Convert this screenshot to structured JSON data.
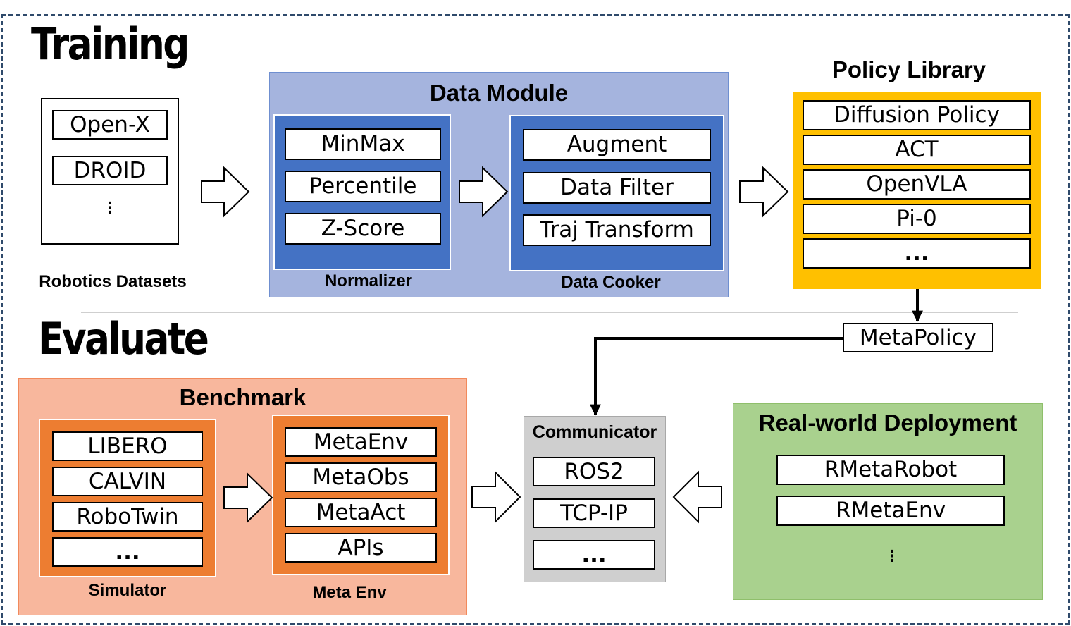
{
  "sections": {
    "training": "Training",
    "evaluate": "Evaluate"
  },
  "datasets": {
    "caption": "Robotics Datasets",
    "items": [
      "Open-X",
      "DROID"
    ],
    "more": "⋮"
  },
  "data_module": {
    "title": "Data Module",
    "normalizer": {
      "caption": "Normalizer",
      "items": [
        "MinMax",
        "Percentile",
        "Z-Score"
      ]
    },
    "data_cooker": {
      "caption": "Data Cooker",
      "items": [
        "Augment",
        "Data Filter",
        "Traj Transform"
      ]
    }
  },
  "policy_library": {
    "title": "Policy Library",
    "items": [
      "Diffusion Policy",
      "ACT",
      "OpenVLA",
      "Pi-0",
      "..."
    ]
  },
  "meta_policy": {
    "label": "MetaPolicy"
  },
  "benchmark": {
    "title": "Benchmark",
    "simulator": {
      "caption": "Simulator",
      "items": [
        "LIBERO",
        "CALVIN",
        "RoboTwin",
        "..."
      ]
    },
    "meta_env": {
      "caption": "Meta Env",
      "items": [
        "MetaEnv",
        "MetaObs",
        "MetaAct",
        "APIs"
      ]
    }
  },
  "communicator": {
    "title": "Communicator",
    "items": [
      "ROS2",
      "TCP-IP",
      "..."
    ]
  },
  "real_world": {
    "title": "Real-world Deployment",
    "items": [
      "RMetaRobot",
      "RMetaEnv"
    ],
    "more": "⋮"
  },
  "colors": {
    "data_module_bg": "#a5b4de",
    "data_module_border": "#6f8fd0",
    "inner_blue": "#4472c4",
    "policy_bg": "#ffc000",
    "benchmark_bg": "#f8b79d",
    "benchmark_border": "#f28a5c",
    "inner_orange": "#ed7d31",
    "communicator_bg": "#cfcfcf",
    "real_world_bg": "#a9d18e",
    "real_world_border": "#8fbf6b",
    "outer_border": "#2f4a6b"
  }
}
